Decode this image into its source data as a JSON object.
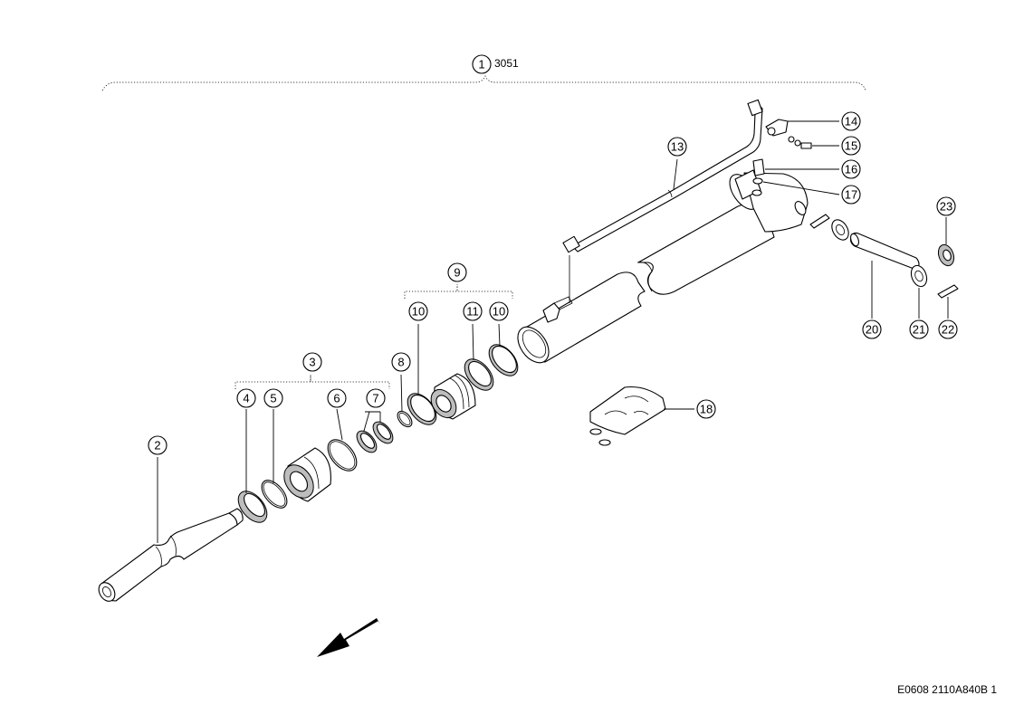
{
  "assembly": {
    "callout": "1",
    "code": "3051"
  },
  "drawing_ref": "E0608 2110A840B 1",
  "callouts": [
    "1",
    "2",
    "3",
    "4",
    "5",
    "6",
    "7",
    "8",
    "9",
    "10",
    "11",
    "10",
    "13",
    "14",
    "15",
    "16",
    "17",
    "18",
    "20",
    "21",
    "22",
    "23"
  ]
}
